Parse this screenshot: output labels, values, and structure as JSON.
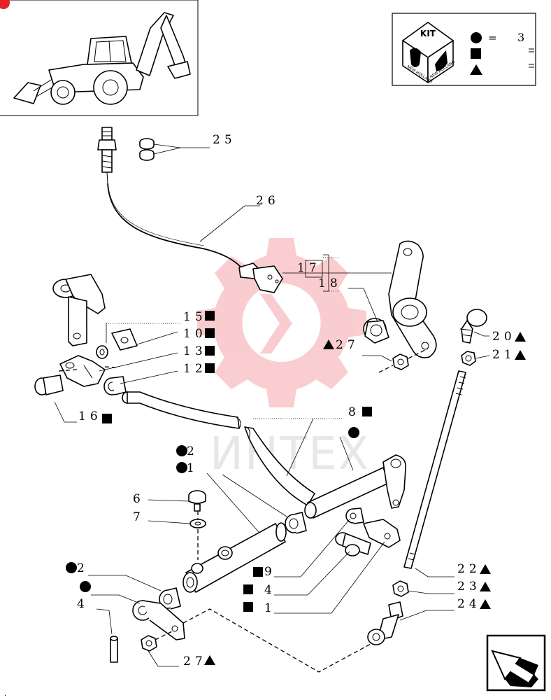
{
  "kit_box": {
    "kit_label": "KIT",
    "brand_text_left": "NEW HOLLAND",
    "brand_text_right": "NEW HOLLAND",
    "legend": [
      {
        "symbol": "circle",
        "eq": "=",
        "value": "3"
      },
      {
        "symbol": "square",
        "eq": "",
        "value": ""
      },
      {
        "symbol": "triangle",
        "eq": "",
        "value": ""
      }
    ]
  },
  "watermark_text": "ИНТЕХ",
  "callouts": [
    {
      "id": "c25",
      "text": "25",
      "symbol": ""
    },
    {
      "id": "c26",
      "text": "26",
      "symbol": ""
    },
    {
      "id": "c17",
      "text": "17",
      "symbol": ""
    },
    {
      "id": "c18",
      "text": "18",
      "symbol": ""
    },
    {
      "id": "c15",
      "text": "15",
      "symbol": "square"
    },
    {
      "id": "c10",
      "text": "10",
      "symbol": "square"
    },
    {
      "id": "c13",
      "text": "13",
      "symbol": "square"
    },
    {
      "id": "c12",
      "text": "12",
      "symbol": "square"
    },
    {
      "id": "c16",
      "text": "16",
      "symbol": "square"
    },
    {
      "id": "c27a",
      "text": "27",
      "symbol": "triangle"
    },
    {
      "id": "c20",
      "text": "20",
      "symbol": "triangle"
    },
    {
      "id": "c21",
      "text": "21",
      "symbol": "triangle"
    },
    {
      "id": "c8",
      "text": "8",
      "symbol": "square"
    },
    {
      "id": "c2a",
      "text": "2",
      "symbol": "circle"
    },
    {
      "id": "c1a",
      "text": "1",
      "symbol": "circle"
    },
    {
      "id": "c6",
      "text": "6",
      "symbol": ""
    },
    {
      "id": "c7",
      "text": "7",
      "symbol": ""
    },
    {
      "id": "c2b",
      "text": "2",
      "symbol": "circle"
    },
    {
      "id": "c3b",
      "text": "",
      "symbol": "circle"
    },
    {
      "id": "c4",
      "text": "4",
      "symbol": ""
    },
    {
      "id": "c9",
      "text": "9",
      "symbol": "square"
    },
    {
      "id": "c4s",
      "text": "4",
      "symbol": "square"
    },
    {
      "id": "c1s",
      "text": "1",
      "symbol": "square"
    },
    {
      "id": "c22",
      "text": "22",
      "symbol": "triangle"
    },
    {
      "id": "c23",
      "text": "23",
      "symbol": "triangle"
    },
    {
      "id": "c24",
      "text": "24",
      "symbol": "triangle"
    },
    {
      "id": "c27b",
      "text": "27",
      "symbol": "triangle"
    },
    {
      "id": "c8c",
      "text": "",
      "symbol": "circle"
    }
  ],
  "icons": {
    "nav": "next-page-arrow-icon",
    "machine": "backhoe-loader-icon"
  }
}
